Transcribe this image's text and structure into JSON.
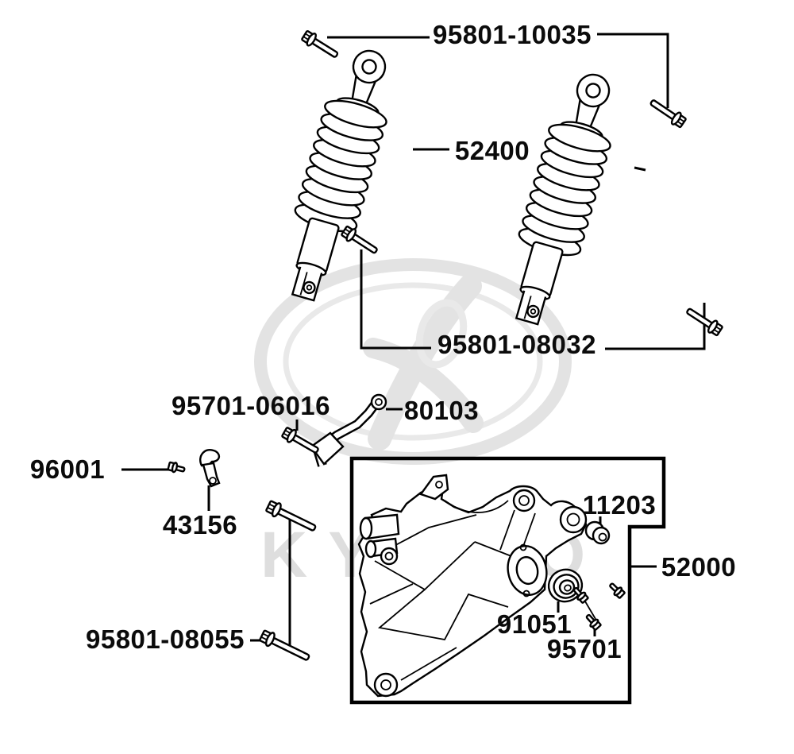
{
  "diagram_title": "rear cushion and swing arm parts diagram",
  "watermark": {
    "brand": "KYMCO"
  },
  "colors": {
    "line": "#000000",
    "background": "#ffffff",
    "watermark": "#e2e2e2"
  },
  "labels": {
    "bolt_flange_10x35": "95801-10035",
    "rear_cushion": "52400",
    "bolt_flange_8x32": "95801-08032",
    "bolt_flange_6x16": "95701-06016",
    "stay": "80103",
    "bolt_washer": "96001",
    "clamp": "43156",
    "bolt_flange_8x55": "95801-08055",
    "bush": "11203",
    "swing_arm_assy": "52000",
    "bearing": "91051",
    "bolt_flange_small": "95701"
  }
}
